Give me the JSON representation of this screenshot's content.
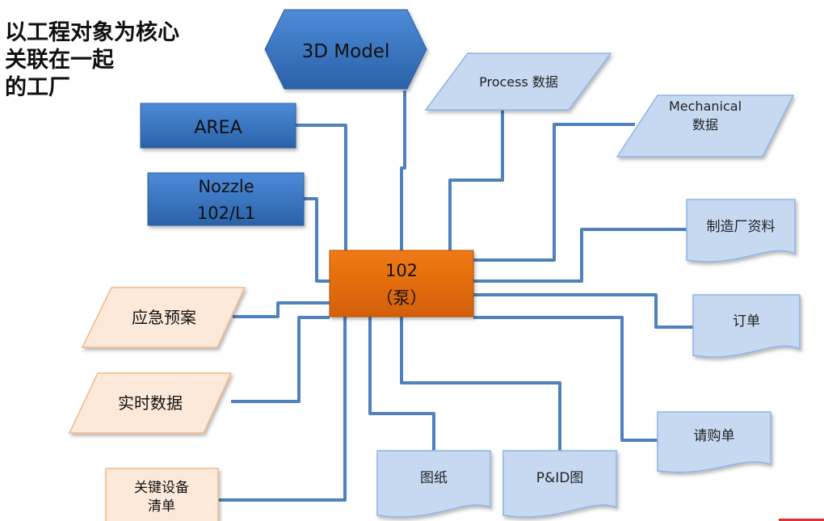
{
  "title": [
    "以工程对象为核心",
    "关联在一起",
    "的工厂"
  ],
  "center": {
    "line1": "102",
    "line2": "（泵）"
  },
  "nodes": {
    "model3d": "3D Model",
    "area": "AREA",
    "nozzle": {
      "line1": "Nozzle",
      "line2": "102/L1"
    },
    "process": "Process 数据",
    "mechanical": {
      "line1": "Mechanical",
      "line2": "数据"
    },
    "manufacturer": "制造厂资料",
    "order": "订单",
    "emergency": "应急预案",
    "realtime": "实时数据",
    "key_equipment": {
      "line1": "关键设备",
      "line2": "清单"
    },
    "drawing": "图纸",
    "pid": "P&ID图",
    "purchase_request": "请购单"
  },
  "colors": {
    "connector": "#4f81bd",
    "blue_box": "#3a78c7",
    "blue_box_dark": "#2a5f9f",
    "center": "#e46c0a",
    "light_blue": "#c6d9f1",
    "light_blue_border": "#8eb4e3",
    "peach": "#fde9d9",
    "peach_border": "#f0b88a"
  }
}
